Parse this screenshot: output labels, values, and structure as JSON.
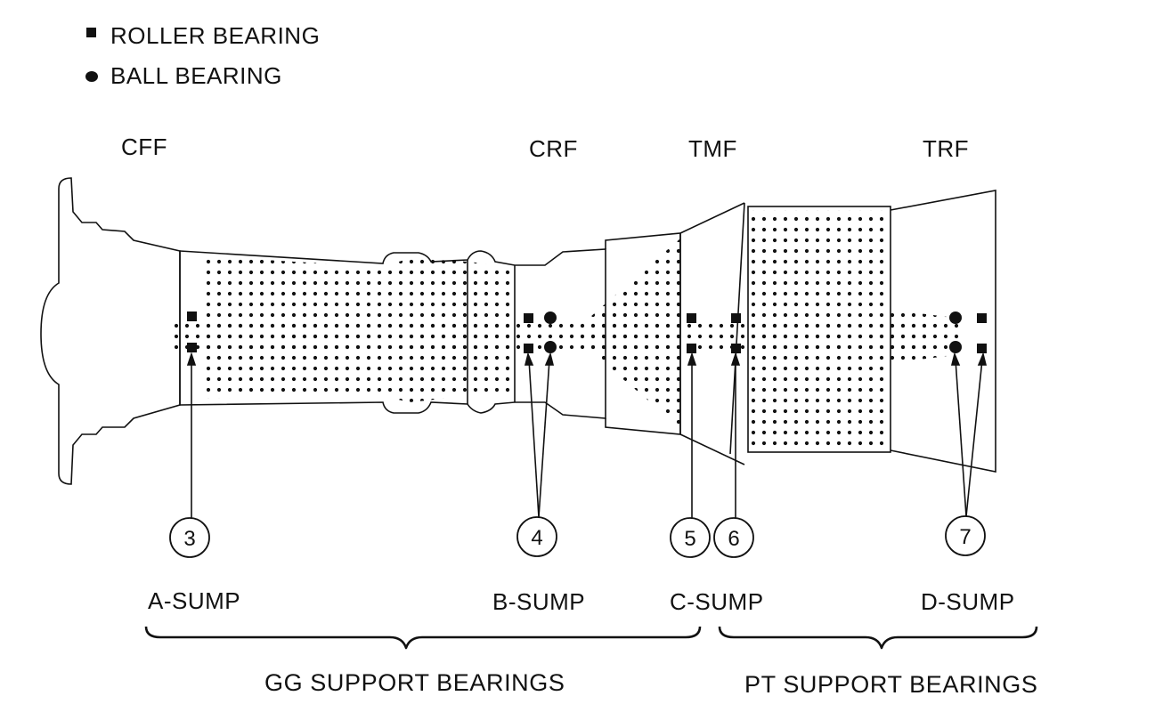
{
  "legend": {
    "roller": {
      "symbol": "square",
      "label": "ROLLER BEARING"
    },
    "ball": {
      "symbol": "circle",
      "label": "BALL BEARING"
    }
  },
  "frames": [
    "CFF",
    "CRF",
    "TMF",
    "TRF"
  ],
  "bearings": [
    {
      "number": "3",
      "types": [
        "roller"
      ]
    },
    {
      "number": "4",
      "types": [
        "roller",
        "ball"
      ]
    },
    {
      "number": "5",
      "types": [
        "roller"
      ]
    },
    {
      "number": "6",
      "types": [
        "roller"
      ]
    },
    {
      "number": "7",
      "types": [
        "ball",
        "roller"
      ]
    }
  ],
  "sumps": [
    "A-SUMP",
    "B-SUMP",
    "C-SUMP",
    "D-SUMP"
  ],
  "groups": [
    "GG SUPPORT BEARINGS",
    "PT SUPPORT BEARINGS"
  ],
  "colors": {
    "ink": "#111111",
    "background": "#ffffff"
  }
}
